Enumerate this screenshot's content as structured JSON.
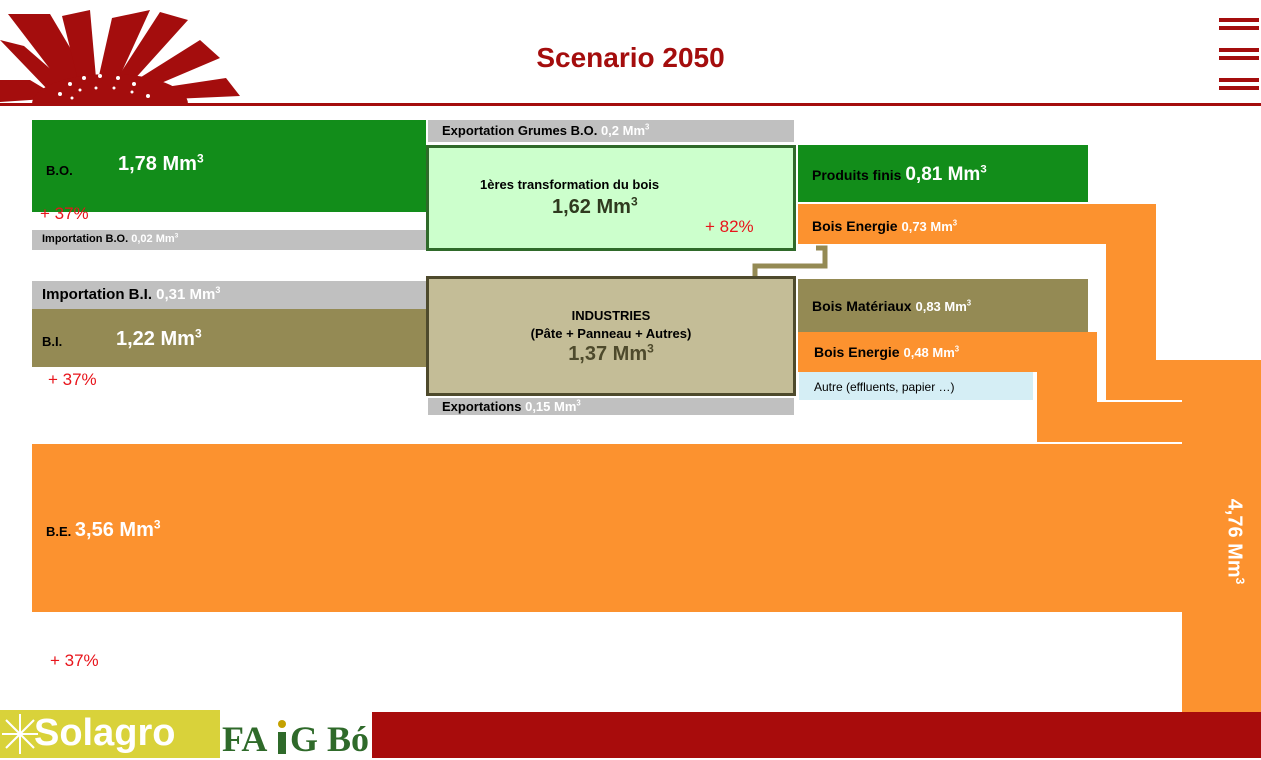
{
  "title": "Scenario 2050",
  "colors": {
    "green": "#128d1a",
    "olive": "#948a54",
    "orange": "#fc922f",
    "grey": "#c0c0c0",
    "brand": "#a40d0d"
  },
  "header": {
    "logo_icon": "sunflower-logo-icon",
    "menu_icon": "hamburger-menu-icon"
  },
  "sources": {
    "bo": {
      "label": "B.O.",
      "value": "1,78 Mm",
      "sup": "3",
      "change": "+ 37%"
    },
    "import_bo": {
      "label": "Importation B.O.",
      "value": "0,02 Mm",
      "sup": "3"
    },
    "import_bi": {
      "label": "Importation B.I.",
      "value": "0,31 Mm",
      "sup": "3"
    },
    "bi": {
      "label": "B.I.",
      "value": "1,22 Mm",
      "sup": "3",
      "change": "+ 37%"
    },
    "be": {
      "label": "B.E.",
      "value": "3,56 Mm",
      "sup": "3",
      "change": "+ 37%"
    }
  },
  "middle": {
    "export_grumes": {
      "label": "Exportation Grumes B.O.",
      "value": "0,2 Mm",
      "sup": "3"
    },
    "transformation": {
      "label": "1ères transformation du bois",
      "value": "1,62 Mm",
      "sup": "3",
      "change": "+ 82%"
    },
    "industries": {
      "label": "INDUSTRIES",
      "sublabel": "(Pâte + Panneau + Autres)",
      "value": "1,37 Mm",
      "sup": "3"
    },
    "exportations": {
      "label": "Exportations",
      "value": "0,15 Mm",
      "sup": "3"
    }
  },
  "outputs": {
    "produits_finis": {
      "label": "Produits finis",
      "value": "0,81 Mm",
      "sup": "3"
    },
    "bois_energie_1": {
      "label": "Bois Energie",
      "value": "0,73 Mm",
      "sup": "3"
    },
    "bois_materiaux": {
      "label": "Bois Matériaux",
      "value": "0,83 Mm",
      "sup": "3"
    },
    "bois_energie_2": {
      "label": "Bois Energie",
      "value": "0,48 Mm",
      "sup": "3"
    },
    "autre": {
      "label": "Autre (effluents, papier …)"
    }
  },
  "total": {
    "value": "4,76 Mm",
    "sup": "3"
  },
  "footer": {
    "logo1": "Solagro",
    "logo2_part1": "FA",
    "logo2_part2": "G Bó"
  }
}
